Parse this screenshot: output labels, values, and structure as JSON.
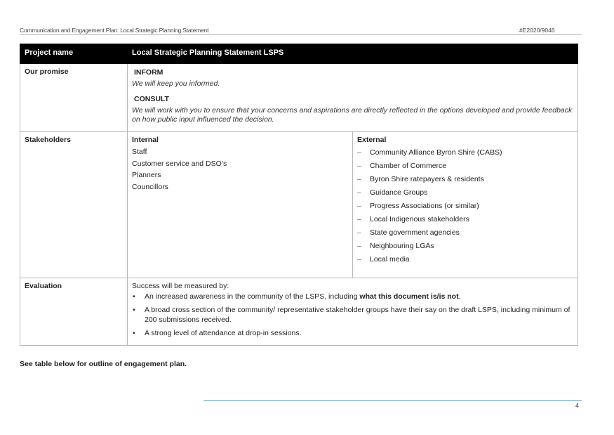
{
  "header": {
    "left": "Communication and Engagement Plan: Local Strategic Planning Statement",
    "right": "#E2020/9046"
  },
  "table": {
    "head": {
      "label": "Project  name",
      "value": "Local Strategic Planning Statement LSPS"
    },
    "promise": {
      "label": "Our promise",
      "inform_heading": "INFORM",
      "inform_text": "We will keep you informed.",
      "consult_heading": "CONSULT",
      "consult_text": "We will work with you to ensure that your concerns and aspirations are directly reflected in the options developed and provide feedback on how public input influenced the decision."
    },
    "stakeholders": {
      "label": "Stakeholders",
      "internal_heading": "Internal",
      "internal": [
        "Staff",
        "Customer service and DSO’s",
        "Planners",
        "Councillors"
      ],
      "external_heading": "External",
      "external": [
        "Community Alliance Byron Shire (CABS)",
        "Chamber of Commerce",
        "Byron Shire ratepayers & residents",
        "Guidance Groups",
        "Progress Associations (or similar)",
        "Local Indigenous stakeholders",
        "State government agencies",
        "Neighbouring LGAs",
        "Local media"
      ]
    },
    "evaluation": {
      "label": "Evaluation",
      "intro": "Success will be measured by:",
      "item1_pre": "An increased awareness in the community of the LSPS, including ",
      "item1_bold": "what this document is/is not",
      "item1_post": ".",
      "item2": "A broad cross section of the community/ representative stakeholder groups have their say on the draft LSPS, including minimum of 200 submissions received.",
      "item3": "A strong level of attendance at drop-in sessions."
    }
  },
  "note": "See table below for outline of engagement plan.",
  "page_number": "4"
}
